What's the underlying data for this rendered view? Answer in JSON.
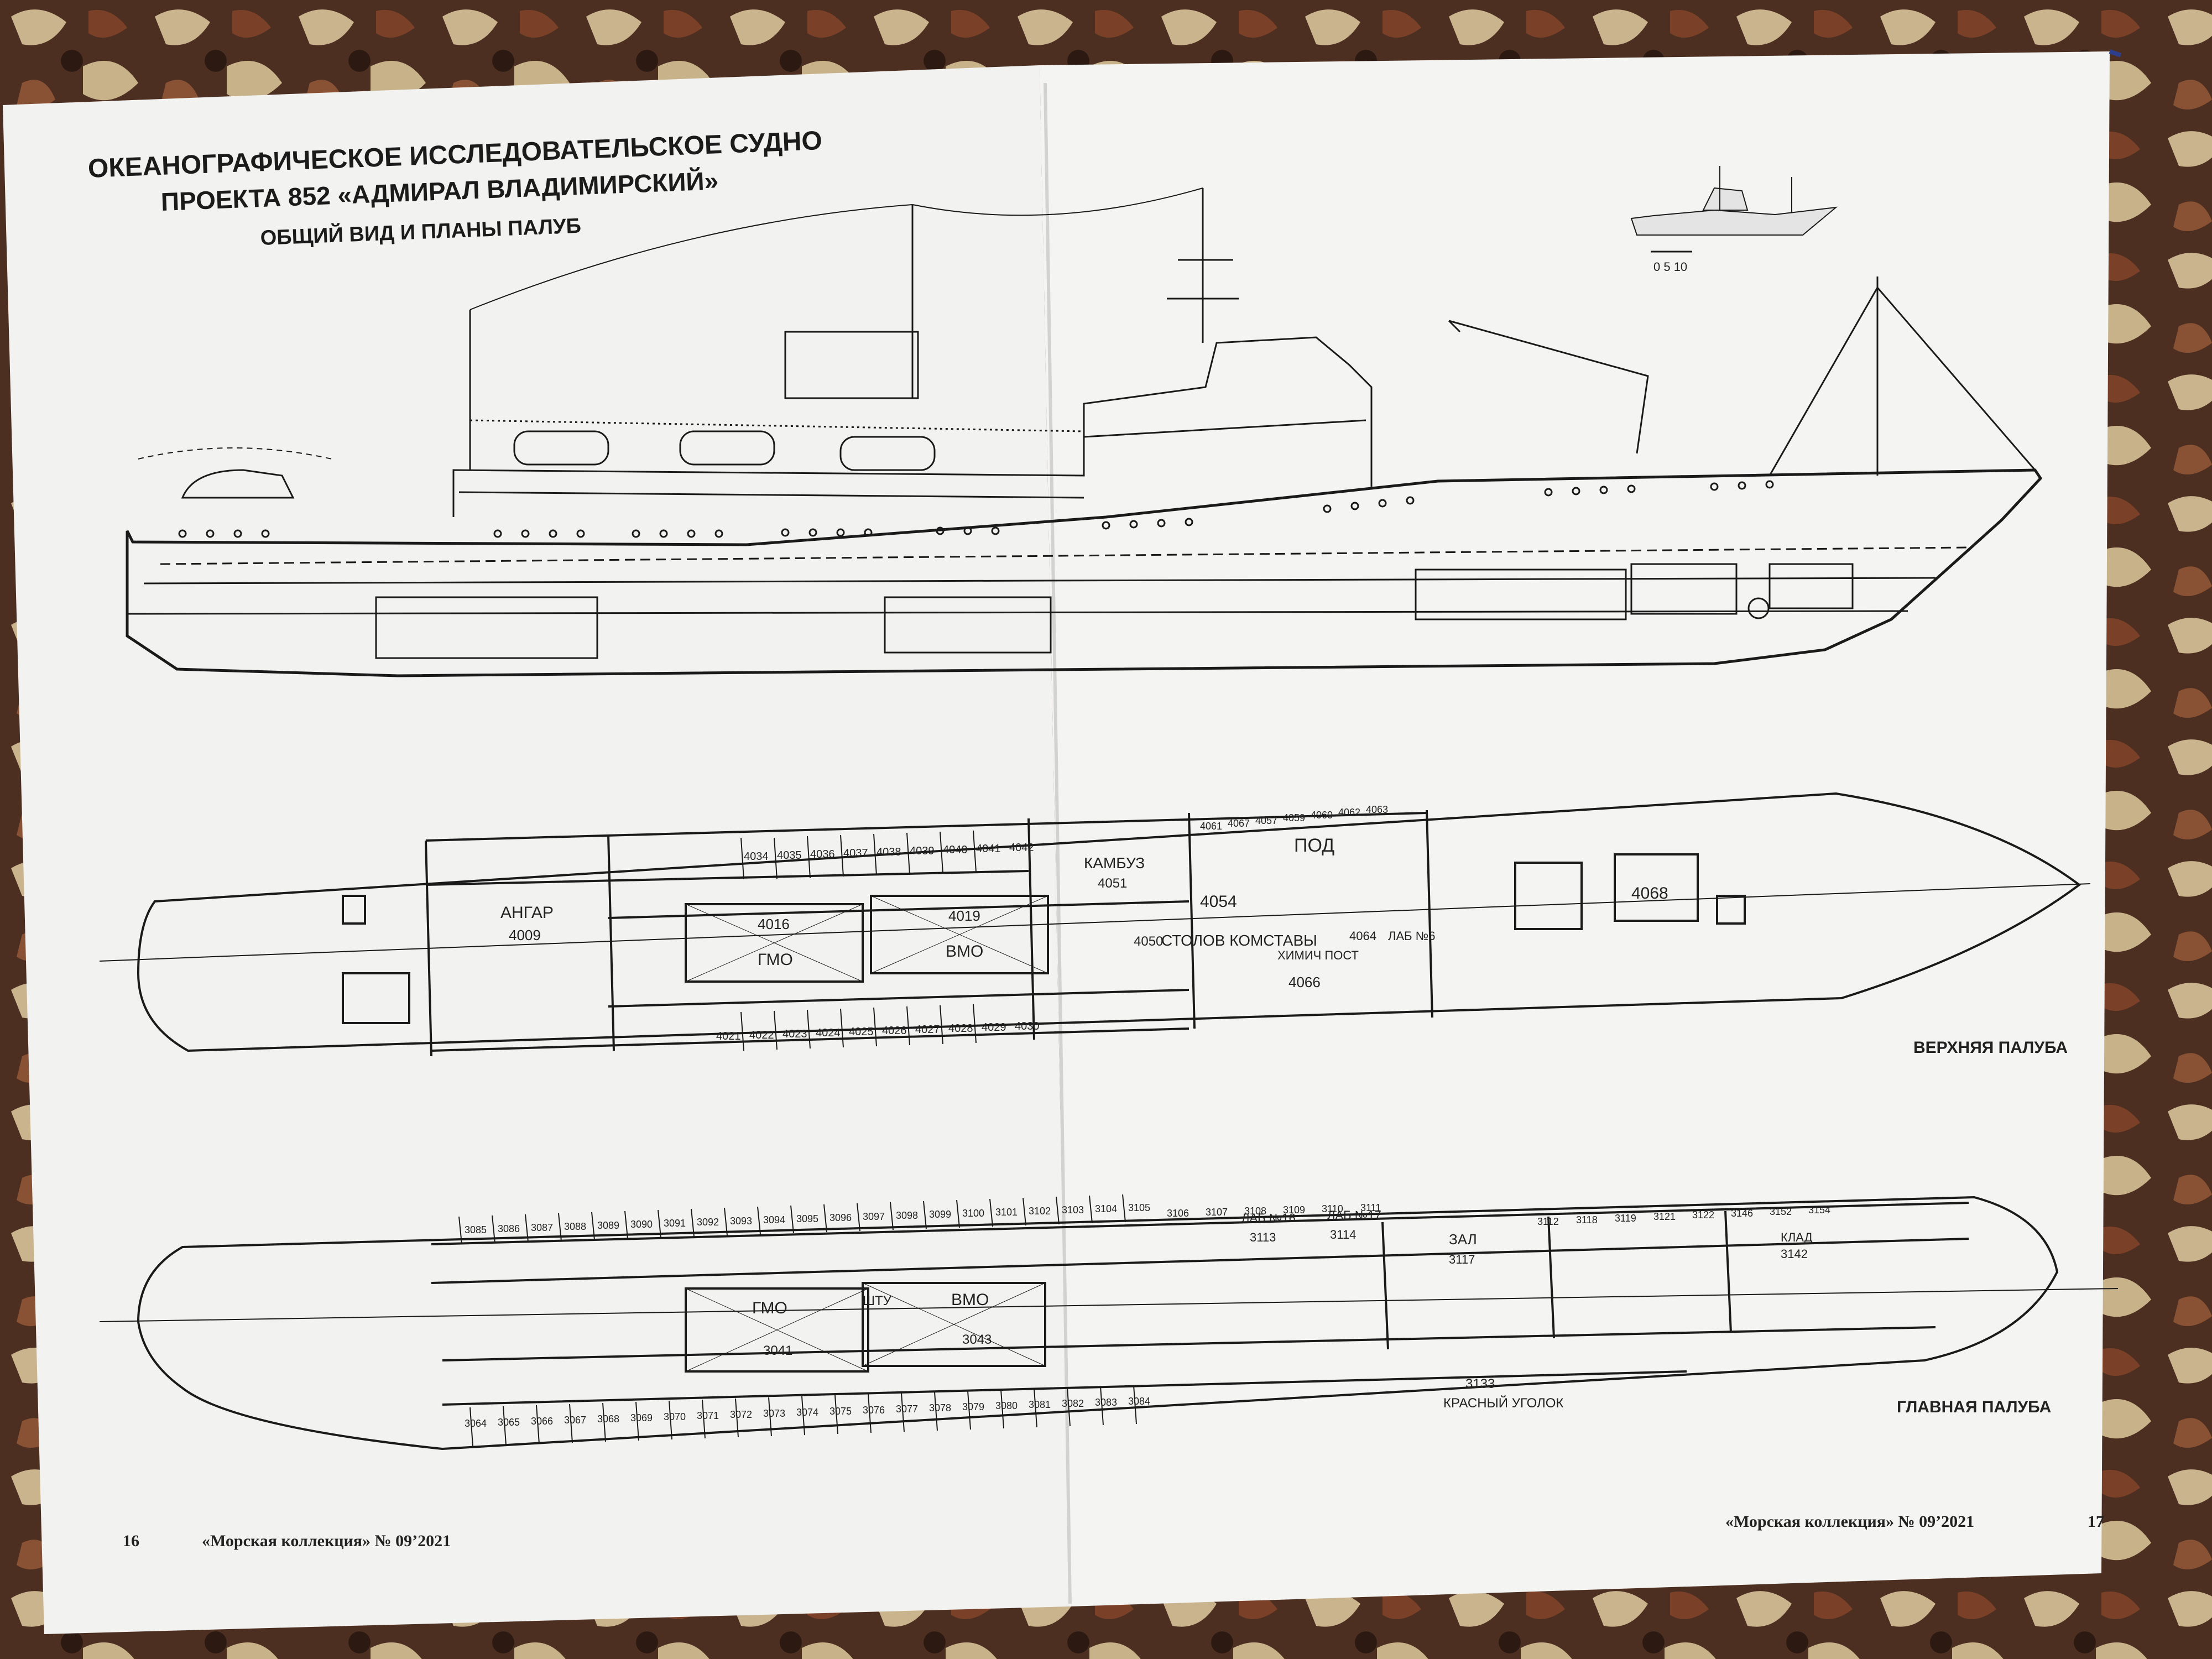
{
  "title": {
    "line1": "ОКЕАНОГРАФИЧЕСКОЕ ИССЛЕДОВАТЕЛЬСКОЕ СУДНО",
    "line2": "ПРОЕКТА 852 «АДМИРАЛ ВЛАДИМИРСКИЙ»",
    "line3": "ОБЩИЙ ВИД И ПЛАНЫ ПАЛУБ"
  },
  "scale": {
    "label": "0 5 10"
  },
  "decks": {
    "upper": {
      "label": "ВЕРХНЯЯ ПАЛУБА",
      "rooms": {
        "hangar": "АНГАР",
        "hangar_no": "4009",
        "gmo": "ГМО",
        "gmo_no": "4016",
        "vmo": "ВМО",
        "vmo_no": "4019",
        "galley": "КАМБУЗ",
        "galley_no": "4051",
        "mess": "СТОЛОВ КОМСТАВЫ",
        "mess_no": "4054",
        "mess_sub": "4050",
        "pod": "ПОД",
        "hatch": "4068",
        "chem": "ХИМИЧ ПОСТ",
        "chem_no": "4066",
        "lab": "ЛАБ №6",
        "lab_no": "4064",
        "misc": [
          "4034",
          "4035",
          "4036",
          "4037",
          "4038",
          "4039",
          "4040",
          "4041",
          "4042",
          "4021",
          "4022",
          "4023",
          "4024",
          "4025",
          "4026",
          "4027",
          "4028",
          "4029",
          "4030",
          "4061",
          "4067",
          "4057",
          "4059",
          "4060",
          "4062",
          "4063"
        ]
      }
    },
    "main": {
      "label": "ГЛАВНАЯ ПАЛУБА",
      "rooms": {
        "gmo": "ГМО",
        "gmo_no": "3041",
        "shtu": "ШТУ",
        "vmo": "ВМО",
        "vmo_no": "3043",
        "hall": "ЗАЛ",
        "hall_no": "3117",
        "corner": "КРАСНЫЙ УГОЛОК",
        "corner_no": "3133",
        "lab16": "ЛАБ №16",
        "lab16_no": "3113",
        "lab17": "ЛАБ №17",
        "lab17_no": "3114",
        "stores": "КЛАД",
        "stores_no": "3142",
        "misc": [
          "3064",
          "3065",
          "3066",
          "3067",
          "3068",
          "3069",
          "3070",
          "3071",
          "3072",
          "3073",
          "3074",
          "3075",
          "3076",
          "3077",
          "3078",
          "3079",
          "3080",
          "3081",
          "3082",
          "3083",
          "3084",
          "3085",
          "3086",
          "3087",
          "3088",
          "3089",
          "3090",
          "3091",
          "3092",
          "3093",
          "3094",
          "3095",
          "3096",
          "3097",
          "3098",
          "3099",
          "3100",
          "3101",
          "3102",
          "3103",
          "3104",
          "3105",
          "3106",
          "3107",
          "3108",
          "3109",
          "3110",
          "3111",
          "3112",
          "3118",
          "3119",
          "3121",
          "3122",
          "3146",
          "3152",
          "3154"
        ]
      }
    }
  },
  "footer": {
    "left_page": "16",
    "left_mag": "«Морская коллекция» № 09’2021",
    "right_mag": "«Морская коллекция» № 09’2021",
    "right_page": "17"
  }
}
